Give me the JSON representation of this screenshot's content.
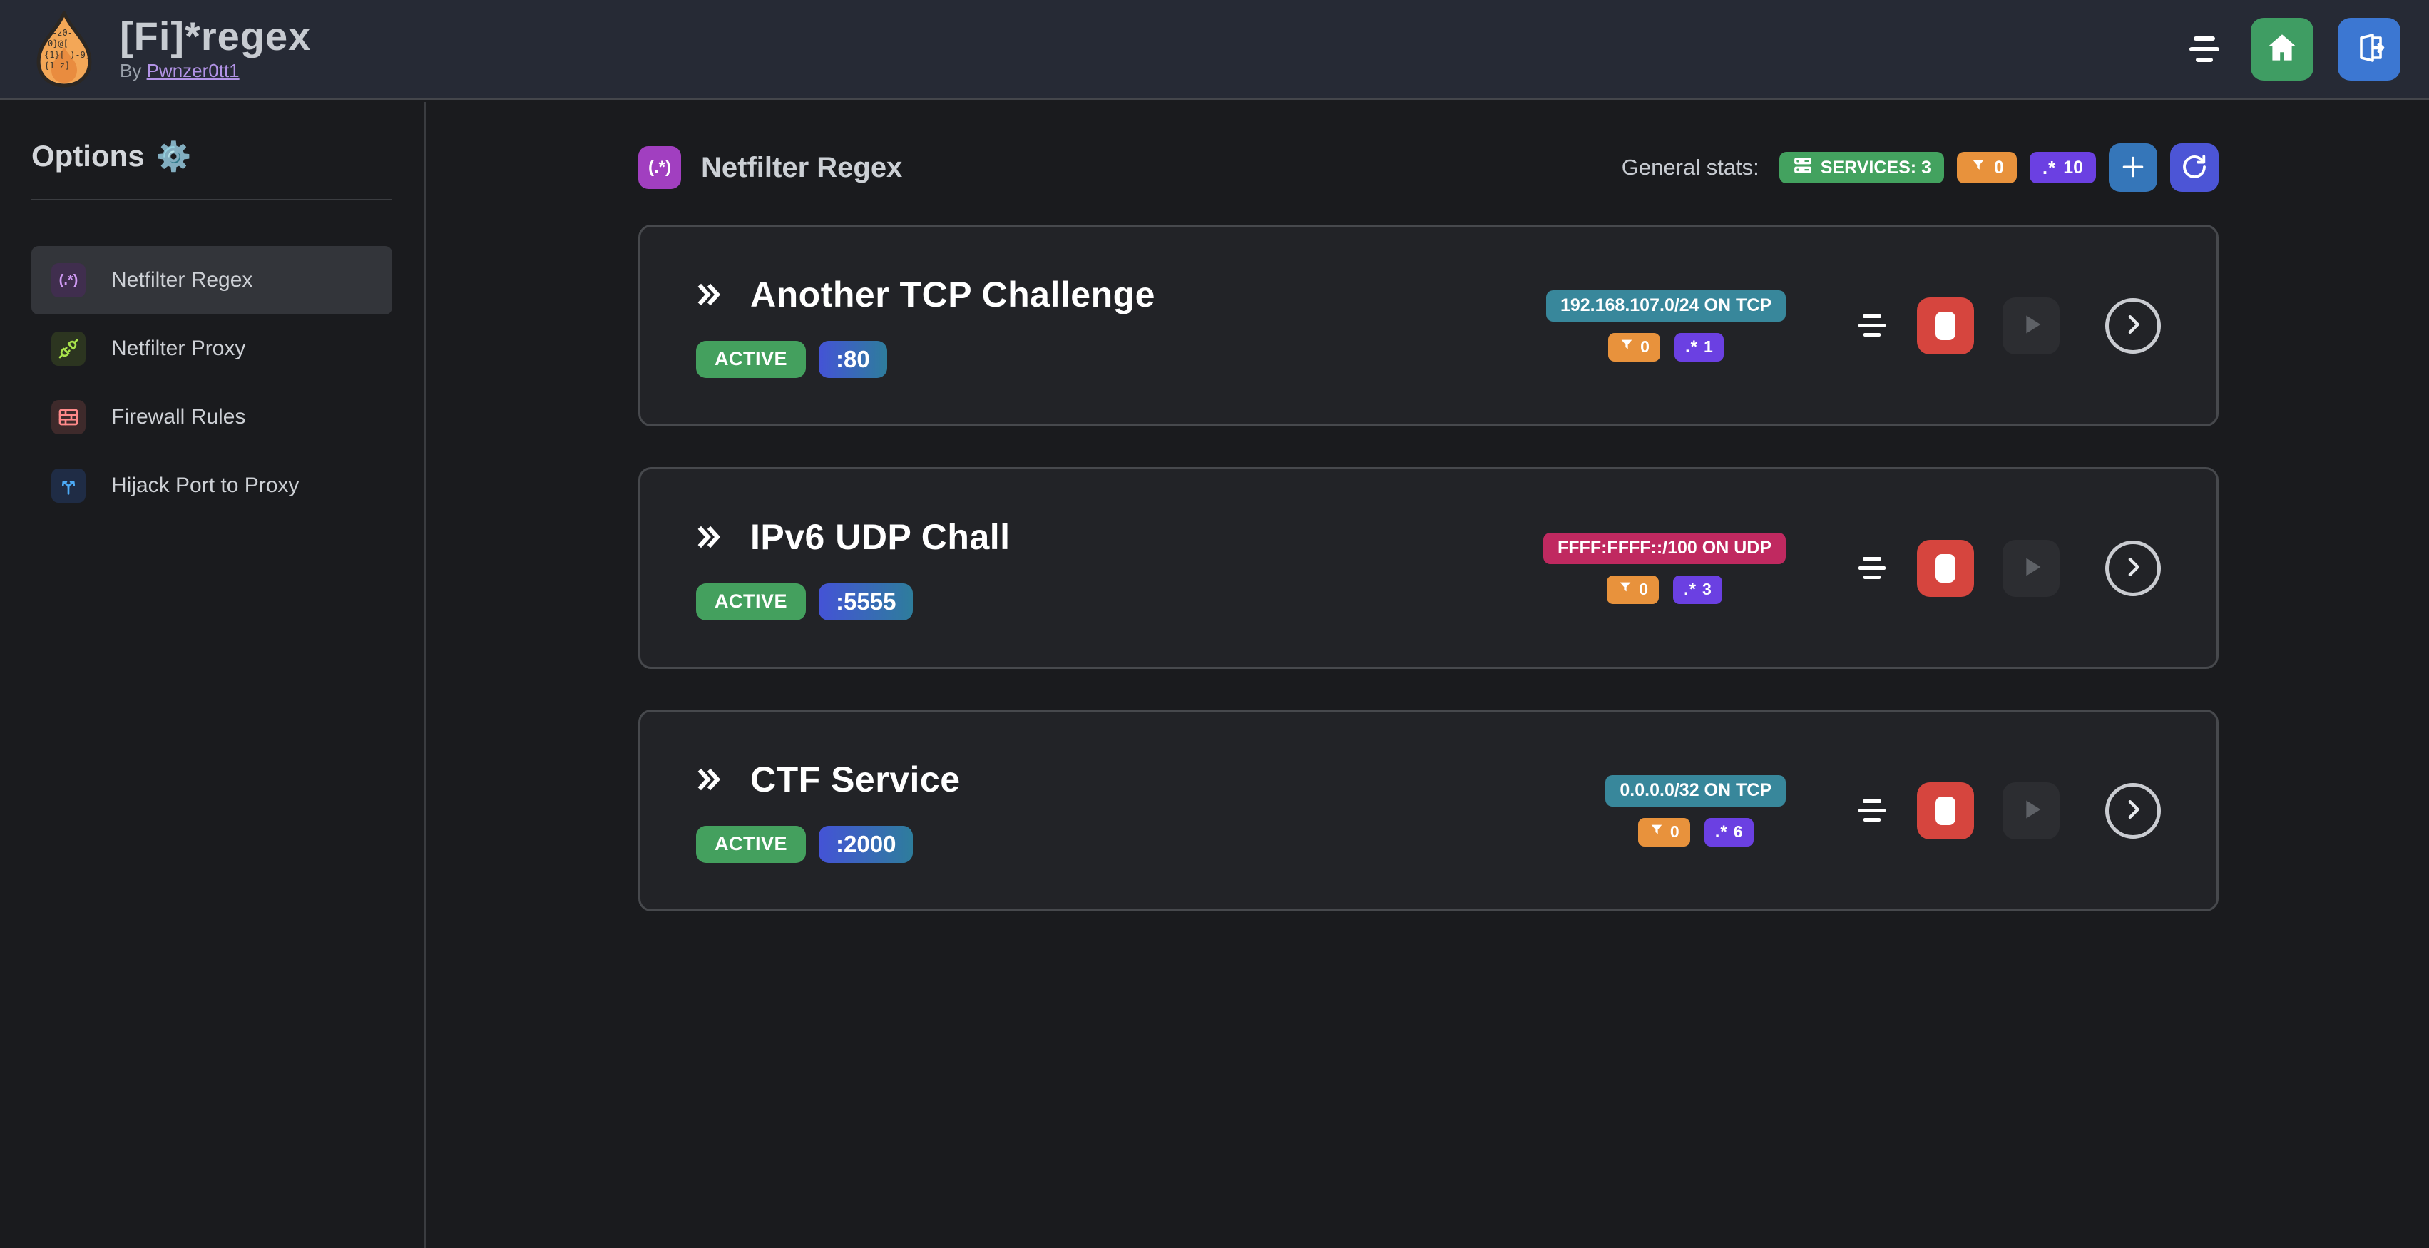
{
  "header": {
    "title": "[Fi]*regex",
    "byline_prefix": "By",
    "byline_link": "Pwnzer0tt1",
    "logo_fragments": "-z0- 0}@[ {1}[ )-9] z]"
  },
  "sidebar": {
    "heading": "Options",
    "gear_icon": "⚙️",
    "items": [
      {
        "label": "Netfilter Regex",
        "icon_text": "(.*)"
      },
      {
        "label": "Netfilter Proxy"
      },
      {
        "label": "Firewall Rules"
      },
      {
        "label": "Hijack Port to Proxy"
      }
    ]
  },
  "main": {
    "section_icon_text": "(.*)",
    "section_title": "Netfilter Regex",
    "stats_label": "General stats:",
    "stats": {
      "services_badge": "SERVICES: 3",
      "filters_count": "0",
      "regex_count": "10"
    }
  },
  "icons": {
    "regex_glyph": ".*"
  },
  "services": [
    {
      "name": "Another TCP Challenge",
      "status": "ACTIVE",
      "port": ":80",
      "address": "192.168.107.0/24 ON TCP",
      "address_color": "#38879b",
      "filters_count": "0",
      "regex_count": "1"
    },
    {
      "name": "IPv6 UDP Chall",
      "status": "ACTIVE",
      "port": ":5555",
      "address": "FFFF:FFFF::/100 ON UDP",
      "address_color": "#c02960",
      "filters_count": "0",
      "regex_count": "3"
    },
    {
      "name": "CTF Service",
      "status": "ACTIVE",
      "port": ":2000",
      "address": "0.0.0.0/32 ON TCP",
      "address_color": "#38879b",
      "filters_count": "0",
      "regex_count": "6"
    }
  ],
  "colors": {
    "header_bg": "#262a35",
    "page_bg": "#1a1b1e",
    "card_bg": "#222327",
    "active_badge": "#44a05e",
    "port_gradient_from": "#4453d6",
    "port_gradient_to": "#2e7d9c",
    "services_badge": "#43a25f",
    "filter_badge": "#e8923c",
    "regex_badge": "#6b40e2",
    "stop_button": "#d6453e",
    "home_button": "#3f9d63",
    "logout_button": "#3c77d2",
    "add_button": "#3576b9",
    "refresh_button": "#4c55d6"
  }
}
